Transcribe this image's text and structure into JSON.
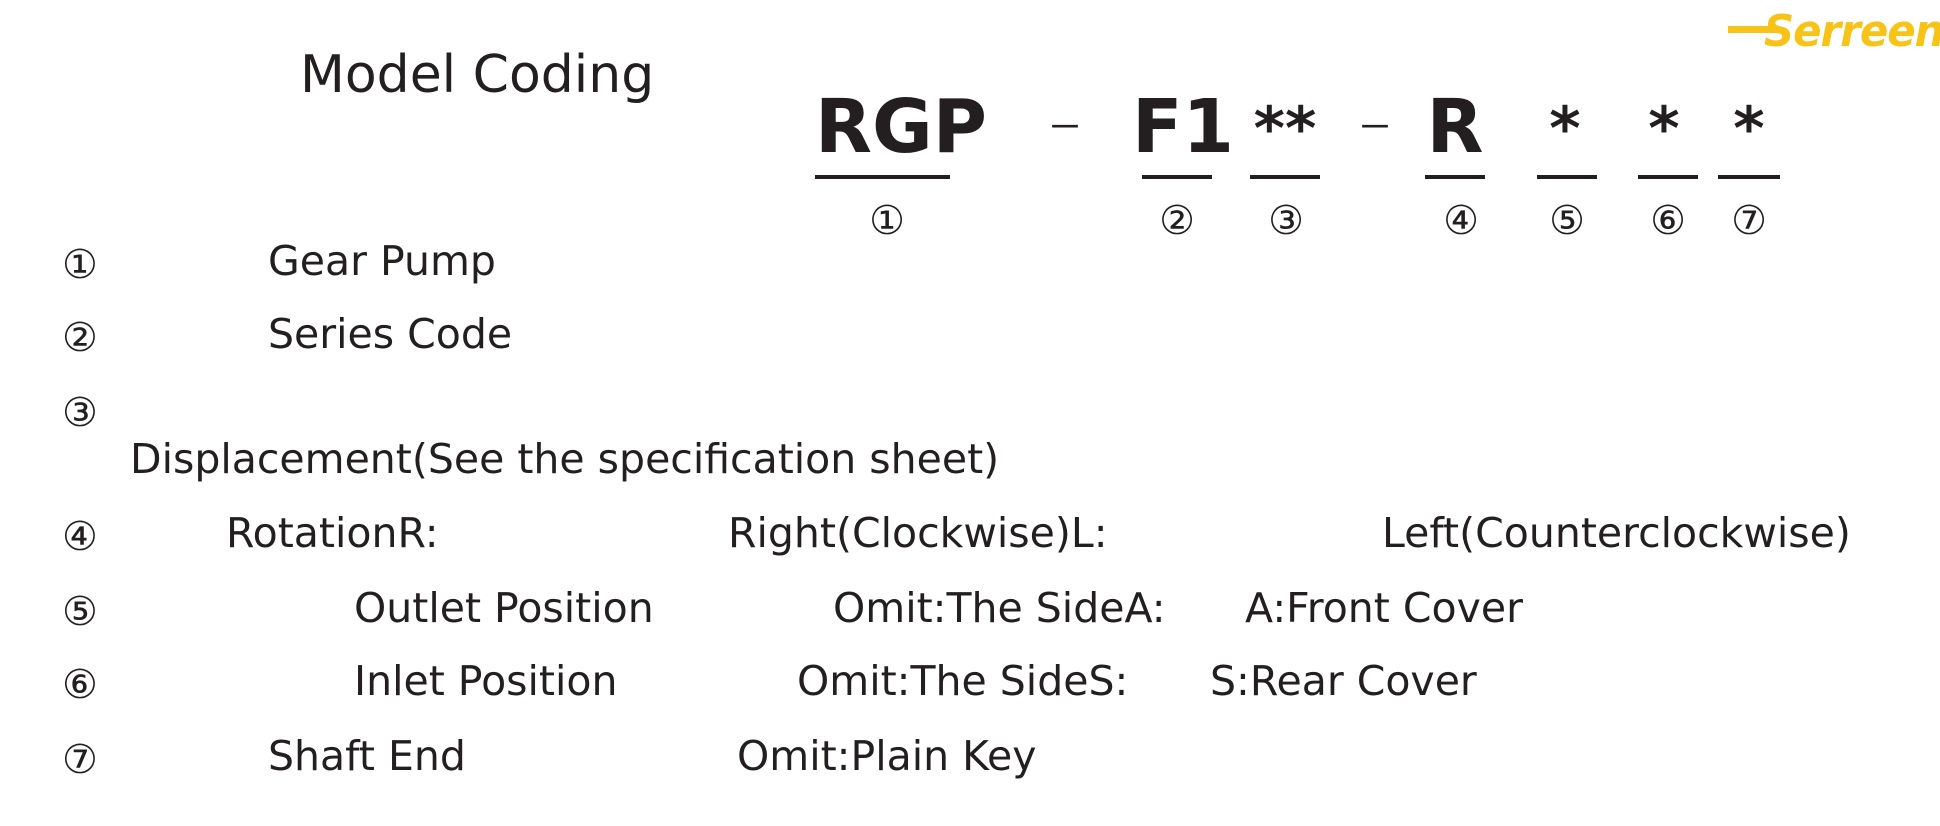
{
  "logo": {
    "brand": "Serreen",
    "color": "#f6c316"
  },
  "title": "Model Coding",
  "code": {
    "parts": [
      "RGP",
      "F1",
      "**",
      "R",
      "*",
      "*",
      "*"
    ],
    "separator": "–",
    "numbers": [
      "①",
      "②",
      "③",
      "④",
      "⑤",
      "⑥",
      "⑦"
    ]
  },
  "legend": [
    {
      "num": "①",
      "text": "Gear Pump"
    },
    {
      "num": "②",
      "text": "Series Code"
    },
    {
      "num": "③",
      "text": "Displacement(See the specification sheet)"
    },
    {
      "num": "④",
      "label": "RotationR:",
      "opt1": "Right(Clockwise)L:",
      "opt2": "Left(Counterclockwise)"
    },
    {
      "num": "⑤",
      "label": "Outlet Position",
      "opt1": "Omit:The SideA:",
      "opt2": "A:Front Cover"
    },
    {
      "num": "⑥",
      "label": "Inlet Position",
      "opt1": "Omit:The SideS:",
      "opt2": "S:Rear Cover"
    },
    {
      "num": "⑦",
      "label": "Shaft End",
      "opt1": "Omit:Plain Key"
    }
  ]
}
